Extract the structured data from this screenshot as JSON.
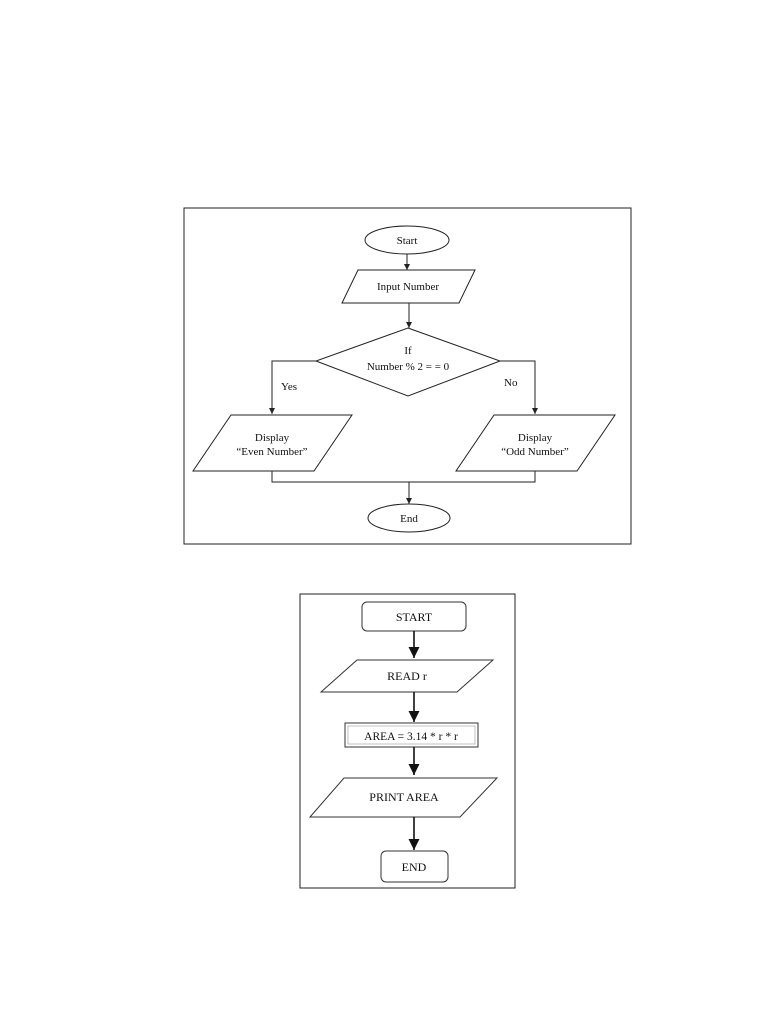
{
  "flowchart1": {
    "start": "Start",
    "input": "Input Number",
    "decision_line1": "If",
    "decision_line2": "Number % 2 = = 0",
    "yes": "Yes",
    "no": "No",
    "even_line1": "Display",
    "even_line2": "“Even Number”",
    "odd_line1": "Display",
    "odd_line2": "“Odd Number”",
    "end": "End"
  },
  "flowchart2": {
    "start": "START",
    "read": "READ r",
    "process": "AREA = 3.14 * r * r",
    "print": "PRINT AREA",
    "end": "END"
  }
}
